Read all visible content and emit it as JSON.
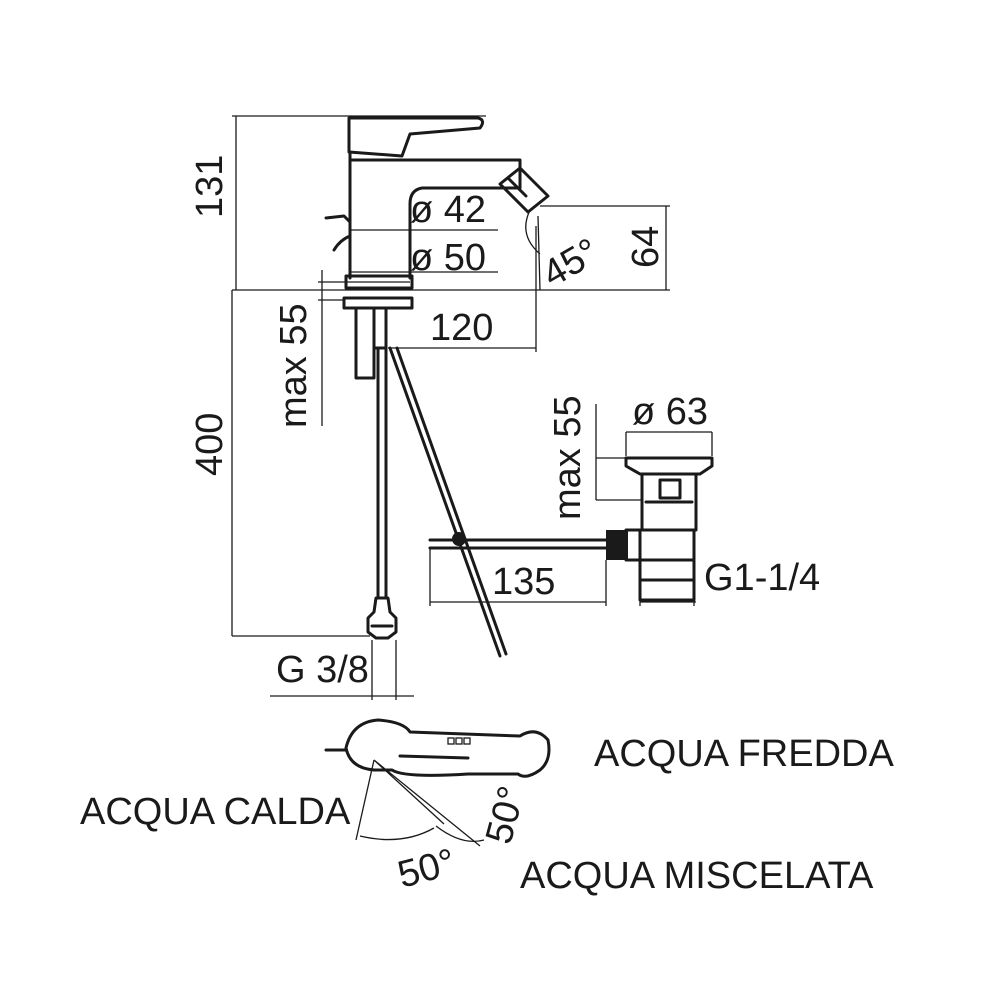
{
  "dimensions": {
    "height_total": "131",
    "diameter_outlet": "ø 42",
    "diameter_base": "ø 50",
    "spout_angle": "45°",
    "spout_height": "64",
    "spout_reach": "120",
    "deck_thickness_tap": "max 55",
    "hose_length": "400",
    "inlet_thread": "G 3/8",
    "deck_thickness_waste": "max 55",
    "waste_diameter": "ø 63",
    "rod_length": "135",
    "waste_thread": "G1-1/4",
    "lever_angle_left": "50°",
    "lever_angle_right": "50°"
  },
  "labels": {
    "cold_water": "ACQUA FREDDA",
    "hot_water": "ACQUA CALDA",
    "mixed_water": "ACQUA MISCELATA"
  }
}
